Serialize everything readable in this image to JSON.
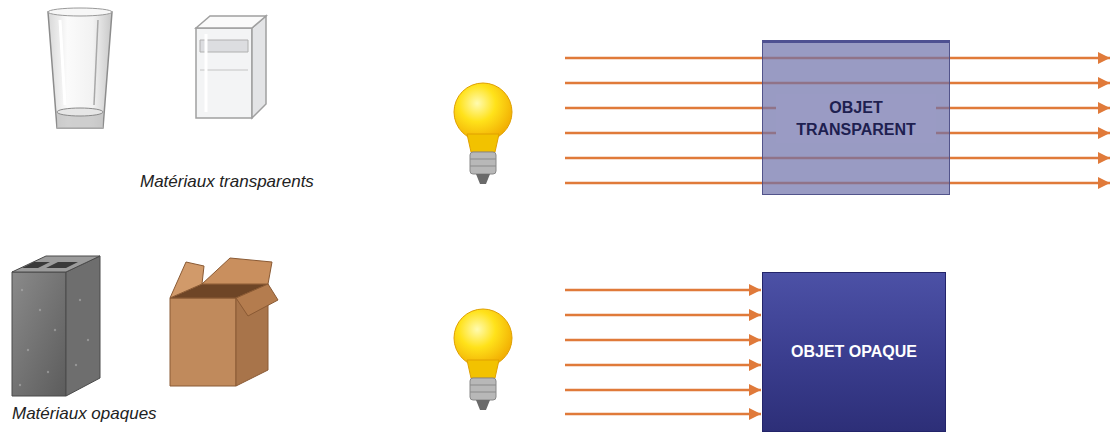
{
  "diagram": {
    "nodes": [
      {
        "text": [
          "OBJET TRANSPARENT"
        ]
      },
      {
        "text": [
          "OBJET OPAQUE"
        ]
      }
    ],
    "labels": [
      "Matériaux transparents",
      "Matériaux opaques"
    ]
  }
}
